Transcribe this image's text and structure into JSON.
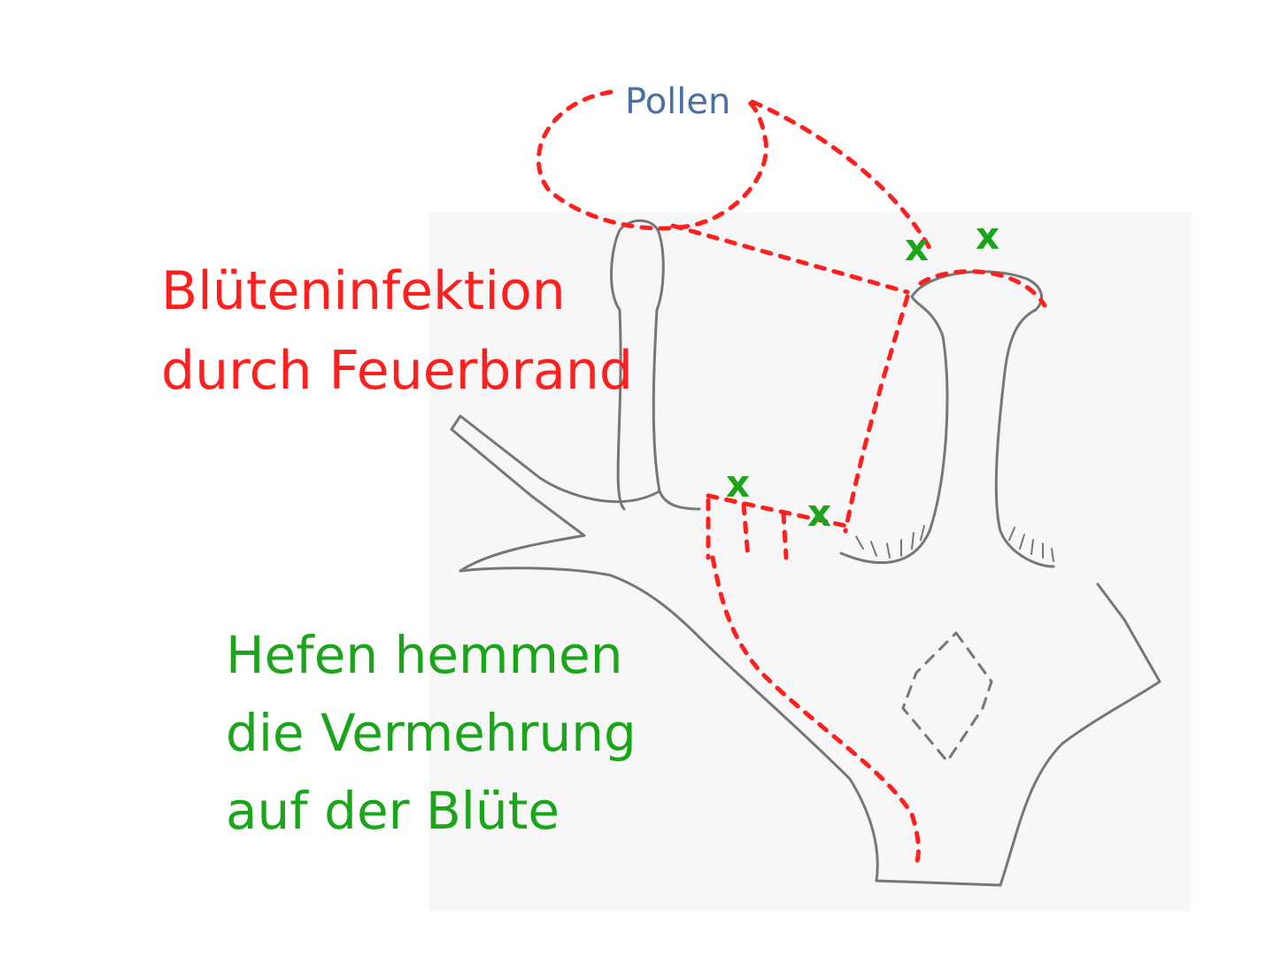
{
  "labels": {
    "pollen": "Pollen",
    "infection_line1": "Blüteninfektion",
    "infection_line2": "durch Feuerbrand",
    "yeast_line1": "Hefen hemmen",
    "yeast_line2": "die Vermehrung",
    "yeast_line3": "auf der Blüte"
  },
  "markers": {
    "symbol": "x"
  },
  "colors": {
    "infection": "#ff1f1f",
    "yeast": "#1aa51a",
    "pollen": "#4a6fa5",
    "outline": "#777777"
  }
}
